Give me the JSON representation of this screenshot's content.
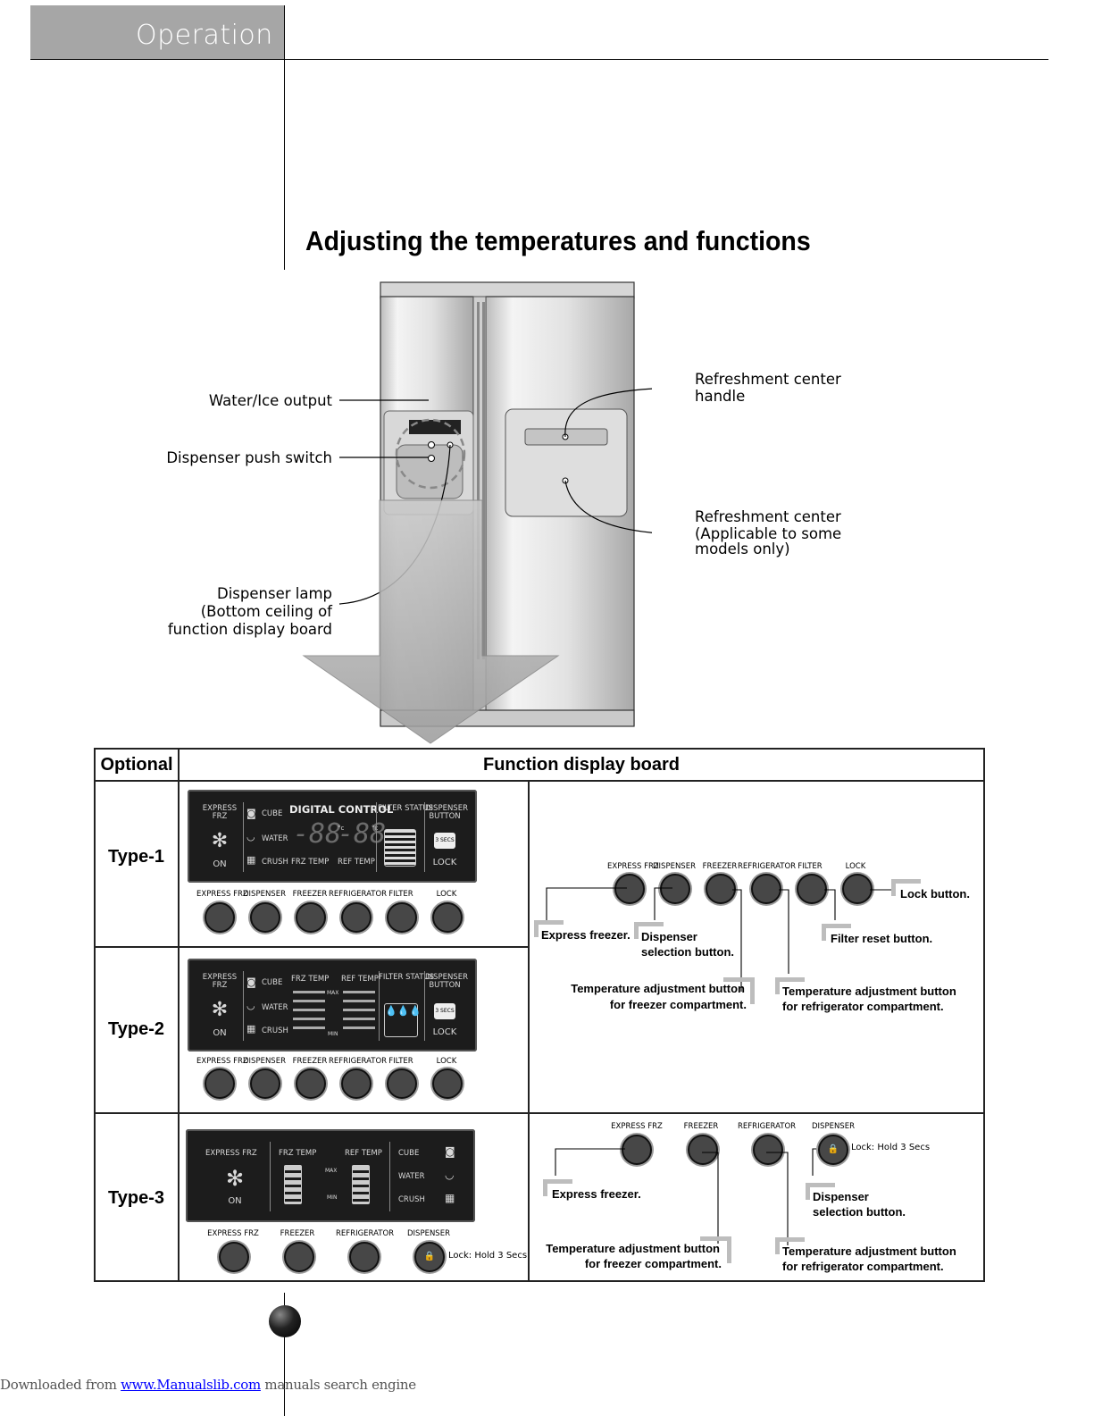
{
  "header": {
    "section": "Operation"
  },
  "title": "Adjusting the temperatures and functions",
  "figure": {
    "left_labels": {
      "water_ice": "Water/Ice output",
      "push_switch": "Dispenser push switch",
      "lamp_line1": "Dispenser  lamp",
      "lamp_line2": "(Bottom  ceiling of",
      "lamp_line3": "function display board"
    },
    "right_labels": {
      "handle_line1": "Refreshment center",
      "handle_line2": "handle",
      "center_line1": "Refreshment center",
      "center_line2": "(Applicable to some",
      "center_line3": "models only)"
    }
  },
  "table": {
    "col_optional": "Optional",
    "col_board": "Function display board",
    "types": [
      "Type-1",
      "Type-2",
      "Type-3"
    ]
  },
  "panel12": {
    "express": "EXPRESS",
    "frz": "FRZ",
    "on": "ON",
    "cube": "CUBE",
    "water": "WATER",
    "crush": "CRUSH",
    "digital_control": "DIGITAL CONTROL",
    "frz_temp": "FRZ TEMP",
    "ref_temp": "REF TEMP",
    "filter_status": "FILTER STATUS",
    "dispenser": "DISPENSER",
    "button": "BUTTON",
    "secs": "3 SECS",
    "lock": "LOCK",
    "max": "MAX",
    "min": "MIN",
    "digits": "-88",
    "degc": "°c"
  },
  "buttons6": [
    "EXPRESS FRZ",
    "DISPENSER",
    "FREEZER",
    "REFRIGERATOR",
    "FILTER",
    "LOCK"
  ],
  "panel3": {
    "express_frz": "EXPRESS FRZ",
    "frz_temp": "FRZ TEMP",
    "ref_temp": "REF TEMP",
    "cube": "CUBE",
    "water": "WATER",
    "crush": "CRUSH",
    "on": "ON",
    "max": "MAX",
    "min": "MIN"
  },
  "buttons4": [
    "EXPRESS FRZ",
    "FREEZER",
    "REFRIGERATOR",
    "DISPENSER"
  ],
  "lock_hold": "Lock: Hold 3 Secs",
  "annotations12": {
    "lock": "Lock button.",
    "express": "Express freezer.",
    "dispenser1": "Dispenser",
    "dispenser2": "selection button.",
    "filter": "Filter reset  button.",
    "frz1": "Temperature adjustment button",
    "frz2": "for freezer compartment.",
    "ref1": "Temperature adjustment button",
    "ref2": "for refrigerator compartment."
  },
  "annotations3": {
    "express": "Express freezer.",
    "dispenser1": "Dispenser",
    "dispenser2": "selection button.",
    "frz1": "Temperature adjustment button",
    "frz2": "for freezer compartment.",
    "ref1": "Temperature adjustment button",
    "ref2": "for refrigerator compartment."
  },
  "footer": {
    "prefix": "Downloaded from ",
    "link": "www.Manualslib.com",
    "suffix": "  manuals search engine"
  }
}
